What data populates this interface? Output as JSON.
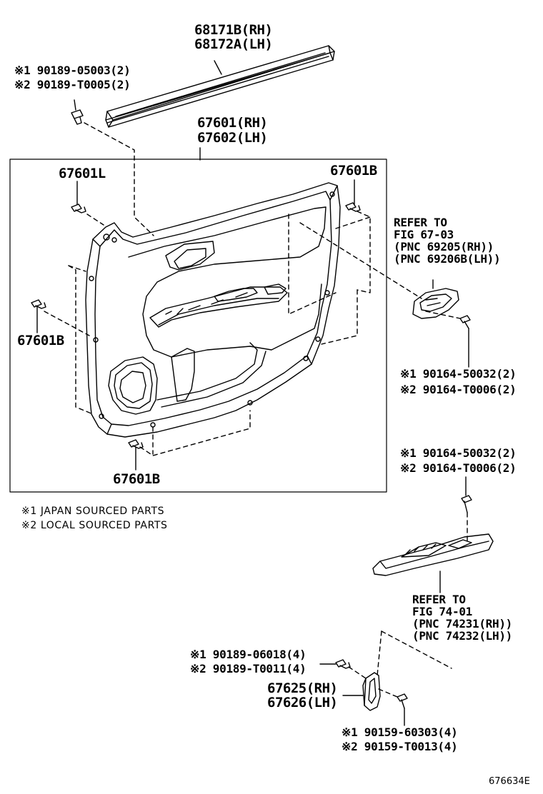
{
  "labels": {
    "weatherstrip": [
      "68171B(RH)",
      "68172A(LH)"
    ],
    "clip_top": [
      "※1 90189-05003(2)",
      "※2 90189-T0005(2)"
    ],
    "panel_assy": [
      "67601(RH)",
      "67602(LH)"
    ],
    "clip_l": "67601L",
    "clip_b_top_right": "67601B",
    "clip_b_left": "67601B",
    "clip_b_bottom": "67601B",
    "ref_handle": [
      "REFER TO",
      "FIG 67-03",
      "(PNC 69205(RH))",
      "(PNC 69206B(LH))"
    ],
    "screw_handle": [
      "※1 90164-50032(2)",
      "※2 90164-T0006(2)"
    ],
    "screw_switch": [
      "※1 90164-50032(2)",
      "※2 90164-T0006(2)"
    ],
    "legend": [
      "※1 JAPAN SOURCED PARTS",
      "※2 LOCAL SOURCED PARTS"
    ],
    "ref_switch": [
      "REFER TO",
      "FIG 74-01",
      "(PNC 74231(RH))",
      "(PNC 74232(LH))"
    ],
    "clip_bracket": [
      "※1 90189-06018(4)",
      "※2 90189-T0011(4)"
    ],
    "bracket": [
      "67625(RH)",
      "67626(LH)"
    ],
    "screw_bracket": [
      "※1 90159-60303(4)",
      "※2 90159-T0013(4)"
    ],
    "figure_id": "676634E"
  }
}
